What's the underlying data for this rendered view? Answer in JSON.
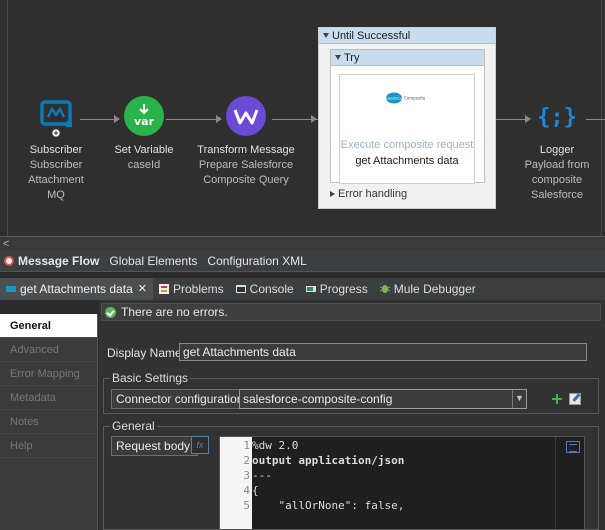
{
  "canvas": {
    "components": [
      {
        "name": "Subscriber",
        "sub": "Subscriber Attachment MQ",
        "icon": "mq-icon",
        "color": "#0b6fa8"
      },
      {
        "name": "Set Variable",
        "sub": "caseId",
        "icon": "var-icon",
        "color": "#2bb34b",
        "icon_text": "var"
      },
      {
        "name": "Transform Message",
        "sub": "Prepare Salesforce Composite Query",
        "icon": "dataweave-icon",
        "color": "#6b4ad8"
      },
      {
        "name": "Logger",
        "sub": "Payload from composite Salesforce",
        "icon": "logger-icon",
        "color": "#1c88d4",
        "icon_text": "{;}"
      }
    ],
    "until_successful": {
      "title": "Until Successful",
      "try_title": "Try",
      "connector": {
        "logo_text": "salesforce",
        "logo_sub": "Composite",
        "label_faded": "Execute composite request",
        "label": "get Attachments data"
      },
      "error_handling": "Error handling"
    },
    "scroll_left": "<"
  },
  "editor_tabs": [
    {
      "label": "Message Flow",
      "active": true
    },
    {
      "label": "Global Elements",
      "active": false
    },
    {
      "label": "Configuration XML",
      "active": false
    }
  ],
  "prop_tabs": [
    {
      "label": "get Attachments data",
      "active": true,
      "close": "✕"
    },
    {
      "label": "Problems",
      "active": false
    },
    {
      "label": "Console",
      "active": false
    },
    {
      "label": "Progress",
      "active": false
    },
    {
      "label": "Mule Debugger",
      "active": false
    }
  ],
  "left_nav": [
    {
      "label": "General",
      "active": true
    },
    {
      "label": "Advanced",
      "active": false
    },
    {
      "label": "Error Mapping",
      "active": false
    },
    {
      "label": "Metadata",
      "active": false
    },
    {
      "label": "Notes",
      "active": false
    },
    {
      "label": "Help",
      "active": false
    }
  ],
  "panel": {
    "status": "There are no errors.",
    "display_name_label": "Display Name:",
    "display_name_value": "get Attachments data",
    "basic_settings_title": "Basic Settings",
    "connector_config_label": "Connector configuration:",
    "connector_config_value": "salesforce-composite-config",
    "general_title": "General",
    "request_body_label": "Request body:",
    "fx_label": "fx",
    "code_lines": [
      {
        "n": "1",
        "text": "%dw 2.0"
      },
      {
        "n": "2",
        "text": "output application/json"
      },
      {
        "n": "3",
        "text": "---"
      },
      {
        "n": "4",
        "text": "{"
      },
      {
        "n": "5",
        "text": "    \"allOrNone\": false,"
      }
    ]
  }
}
